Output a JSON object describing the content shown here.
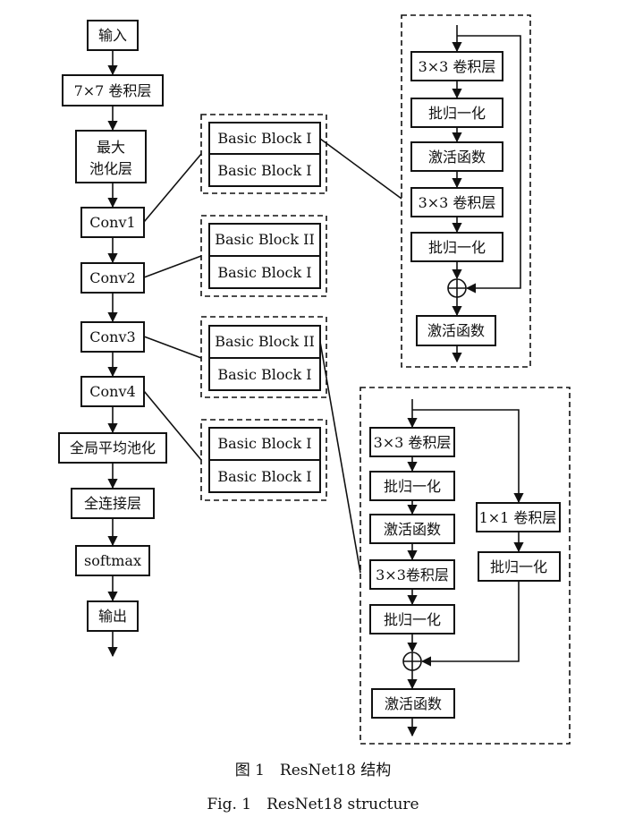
{
  "main_flow": {
    "input": "输入",
    "conv7": "7×7 卷积层",
    "maxpool_line1": "最大",
    "maxpool_line2": "池化层",
    "conv1": "Conv1",
    "conv2": "Conv2",
    "conv3": "Conv3",
    "conv4": "Conv4",
    "gap": "全局平均池化",
    "fc": "全连接层",
    "softmax": "softmax",
    "output": "输出"
  },
  "stage_blocks": [
    {
      "top": "Basic Block I",
      "bottom": "Basic Block I"
    },
    {
      "top": "Basic Block II",
      "bottom": "Basic Block I"
    },
    {
      "top": "Basic Block II",
      "bottom": "Basic Block I"
    },
    {
      "top": "Basic Block I",
      "bottom": "Basic Block I"
    }
  ],
  "block_i_detail": {
    "conv_a": "3×3 卷积层",
    "bn_a": "批归一化",
    "act_a": "激活函数",
    "conv_b": "3×3 卷积层",
    "bn_b": "批归一化",
    "act_out": "激活函数"
  },
  "block_ii_detail": {
    "conv_a": "3×3 卷积层",
    "bn_a": "批归一化",
    "act_a": "激活函数",
    "conv_b": "3×3卷积层",
    "bn_b": "批归一化",
    "act_out": "激活函数",
    "shortcut_conv": "1×1 卷积层",
    "shortcut_bn": "批归一化"
  },
  "caption": {
    "zh": "图 1　ResNet18 结构",
    "en": "Fig. 1　ResNet18 structure"
  }
}
